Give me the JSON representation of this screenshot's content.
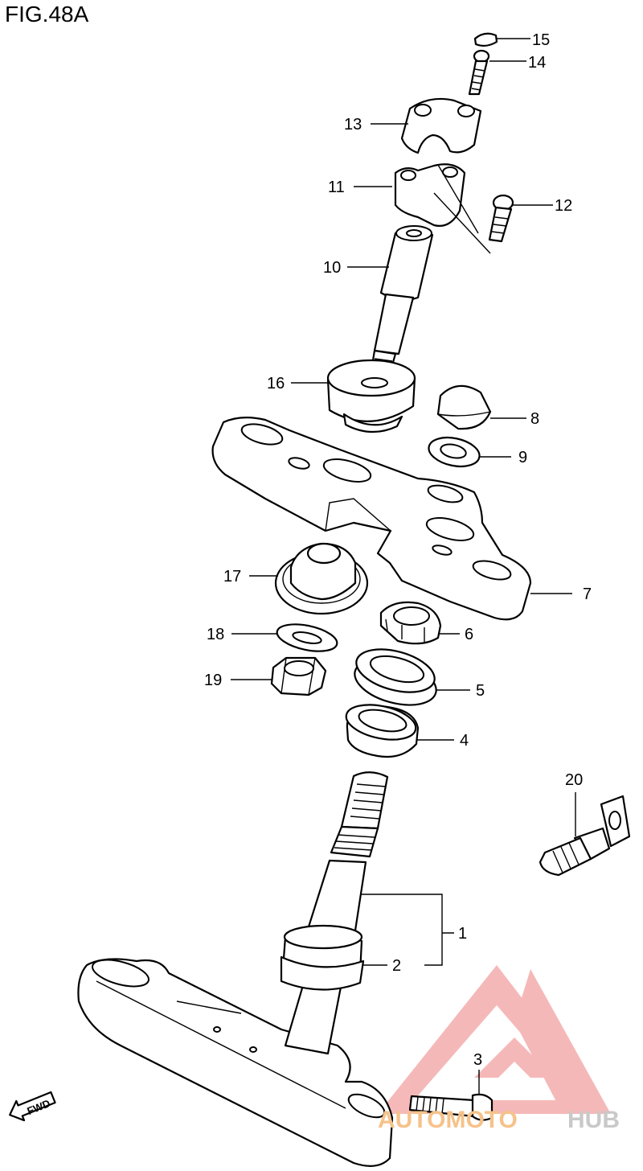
{
  "figure_title": "FIG.48A",
  "callouts": {
    "c1": "1",
    "c2": "2",
    "c3": "3",
    "c4": "4",
    "c5": "5",
    "c6": "6",
    "c7": "7",
    "c8": "8",
    "c9": "9",
    "c10": "10",
    "c11": "11",
    "c12": "12",
    "c13": "13",
    "c14": "14",
    "c15": "15",
    "c16": "16",
    "c17": "17",
    "c18": "18",
    "c19": "19",
    "c20": "20"
  },
  "fwd_label": "FWD",
  "watermark": {
    "part1": "AUTOMOTO",
    "part2": "HUB",
    "logo_color": "#f08a8a",
    "text_color_1": "#f6c28a",
    "text_color_2": "#c9c9c9"
  }
}
